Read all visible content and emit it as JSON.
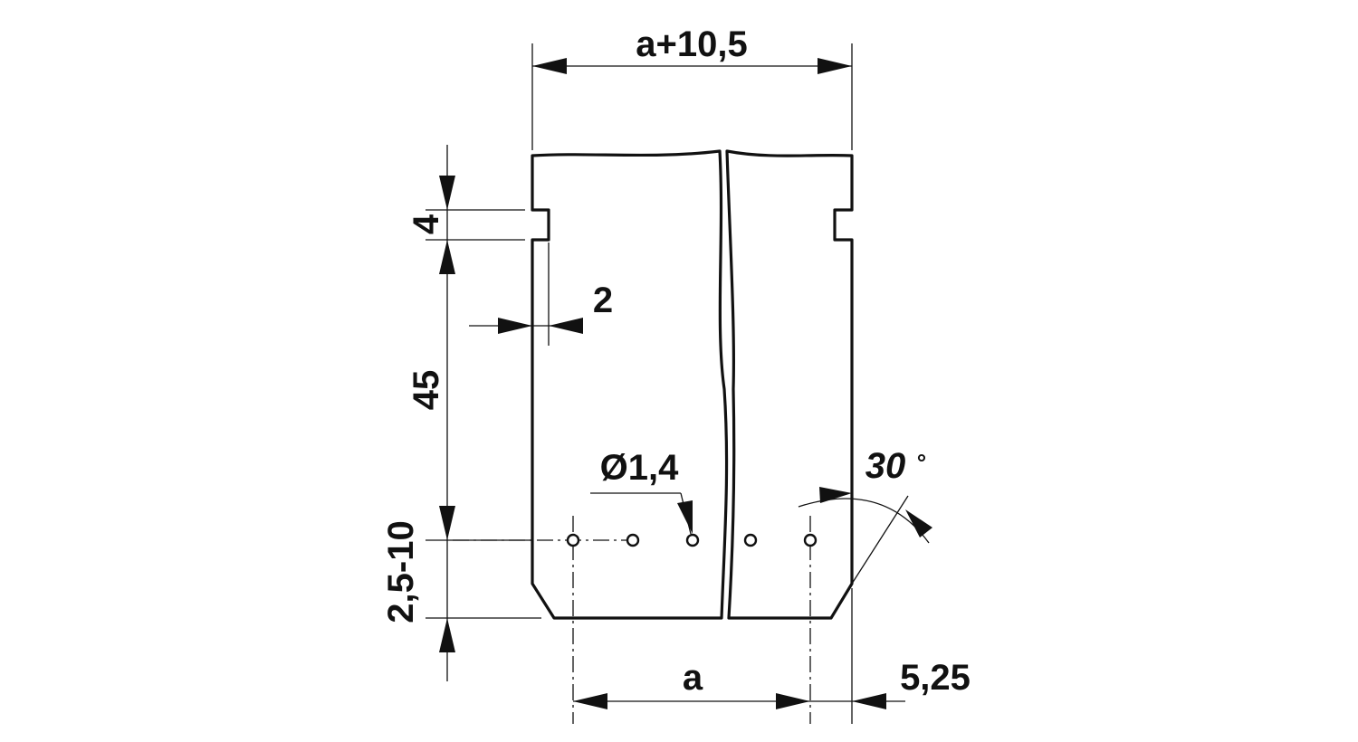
{
  "dimensions": {
    "overall_width": "a+10,5",
    "notch_height": "4",
    "notch_depth": "2",
    "main_height": "45",
    "pin_offset": "2,5-10",
    "hole_diameter": "Ø1,4",
    "angle": "30",
    "angle_unit": "°",
    "pitch": "a",
    "edge_offset": "5,25"
  },
  "colors": {
    "line": "#111111",
    "background": "#ffffff"
  }
}
